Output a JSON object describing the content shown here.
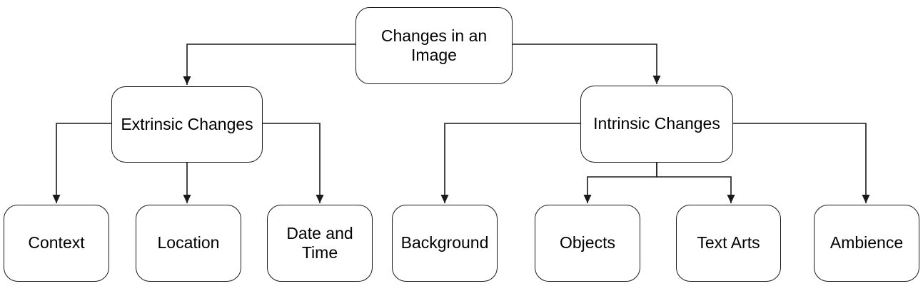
{
  "diagram": {
    "type": "tree-flowchart",
    "title": "Changes in an Image",
    "nodes": {
      "root": {
        "label": "Changes in an Image"
      },
      "extrinsic": {
        "label": "Extrinsic Changes"
      },
      "intrinsic": {
        "label": "Intrinsic Changes"
      },
      "context": {
        "label": "Context"
      },
      "location": {
        "label": "Location"
      },
      "datetime": {
        "label": "Date and Time"
      },
      "background": {
        "label": "Background"
      },
      "objects": {
        "label": "Objects"
      },
      "textarts": {
        "label": "Text Arts"
      },
      "ambience": {
        "label": "Ambience"
      }
    },
    "edges": [
      {
        "from": "root",
        "to": "extrinsic"
      },
      {
        "from": "root",
        "to": "intrinsic"
      },
      {
        "from": "extrinsic",
        "to": "context"
      },
      {
        "from": "extrinsic",
        "to": "location"
      },
      {
        "from": "extrinsic",
        "to": "datetime"
      },
      {
        "from": "intrinsic",
        "to": "background"
      },
      {
        "from": "intrinsic",
        "to": "objects"
      },
      {
        "from": "intrinsic",
        "to": "textarts"
      },
      {
        "from": "intrinsic",
        "to": "ambience"
      }
    ],
    "colors": {
      "background": "#ffffff",
      "node_fill": "#ffffff",
      "stroke": "#1a1a1a",
      "text": "#000000"
    }
  }
}
